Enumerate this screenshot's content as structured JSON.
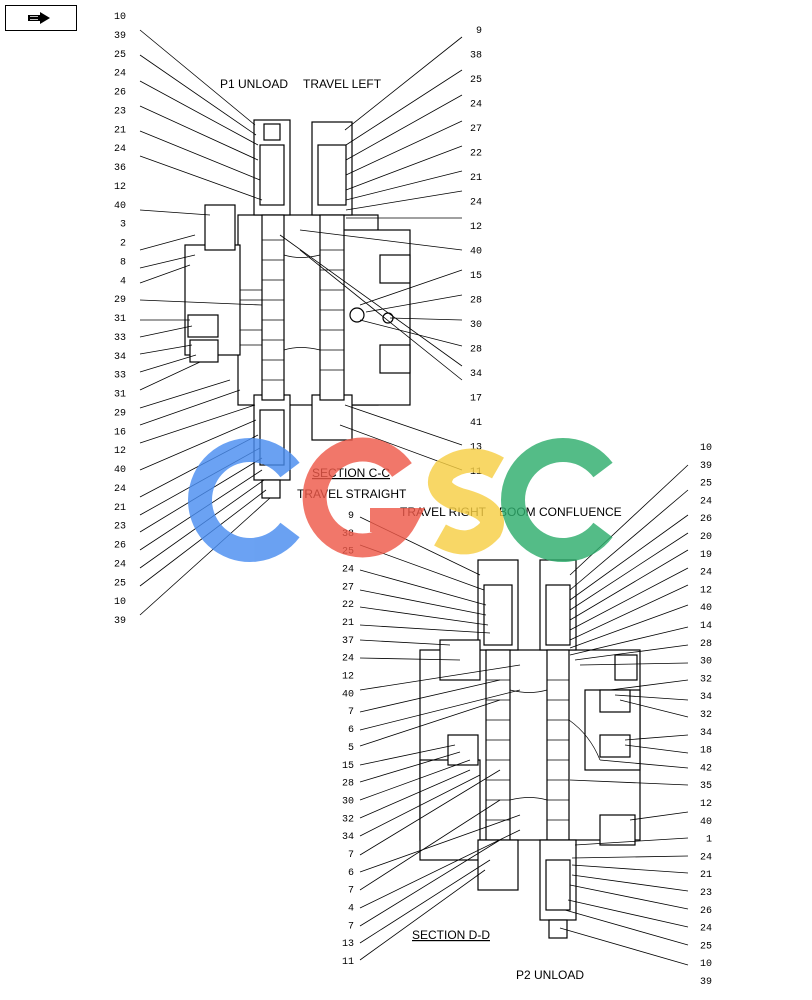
{
  "header": {
    "icon": "pointing-hand-icon"
  },
  "section_cc": {
    "title": "SECTION  C-C",
    "top_left_label": "P1 UNLOAD",
    "top_right_label": "TRAVEL LEFT",
    "bottom_label": "TRAVEL STRAIGHT",
    "left_callouts": [
      "10",
      "39",
      "25",
      "24",
      "26",
      "23",
      "21",
      "24",
      "36",
      "12",
      "40",
      "3",
      "2",
      "8",
      "4",
      "29",
      "31",
      "33",
      "34",
      "33",
      "31",
      "29",
      "16",
      "12",
      "40",
      "24",
      "21",
      "23",
      "26",
      "24",
      "25",
      "10",
      "39"
    ],
    "right_callouts": [
      "9",
      "38",
      "25",
      "24",
      "27",
      "22",
      "21",
      "24",
      "12",
      "40",
      "15",
      "28",
      "30",
      "28",
      "34",
      "17",
      "41",
      "13",
      "11"
    ]
  },
  "section_dd": {
    "title": "SECTION   D-D",
    "top_left_label": "TRAVEL RIGHT",
    "top_right_label": "BOOM CONFLUENCE",
    "bottom_label": "P2 UNLOAD",
    "left_callouts": [
      "9",
      "38",
      "25",
      "24",
      "27",
      "22",
      "21",
      "37",
      "24",
      "12",
      "40",
      "7",
      "6",
      "5",
      "15",
      "28",
      "30",
      "32",
      "34",
      "7",
      "6",
      "7",
      "4",
      "7",
      "13",
      "11"
    ],
    "right_callouts": [
      "10",
      "39",
      "25",
      "24",
      "26",
      "20",
      "19",
      "24",
      "12",
      "40",
      "14",
      "28",
      "30",
      "32",
      "34",
      "32",
      "34",
      "18",
      "42",
      "35",
      "12",
      "40",
      "1",
      "24",
      "21",
      "23",
      "26",
      "24",
      "25",
      "10",
      "39"
    ]
  },
  "watermark": {
    "letters": [
      "C",
      "G",
      "S",
      "C"
    ],
    "colors": [
      "#4a8df0",
      "#ee5a4a",
      "#f7cf45",
      "#2fae6d"
    ]
  }
}
